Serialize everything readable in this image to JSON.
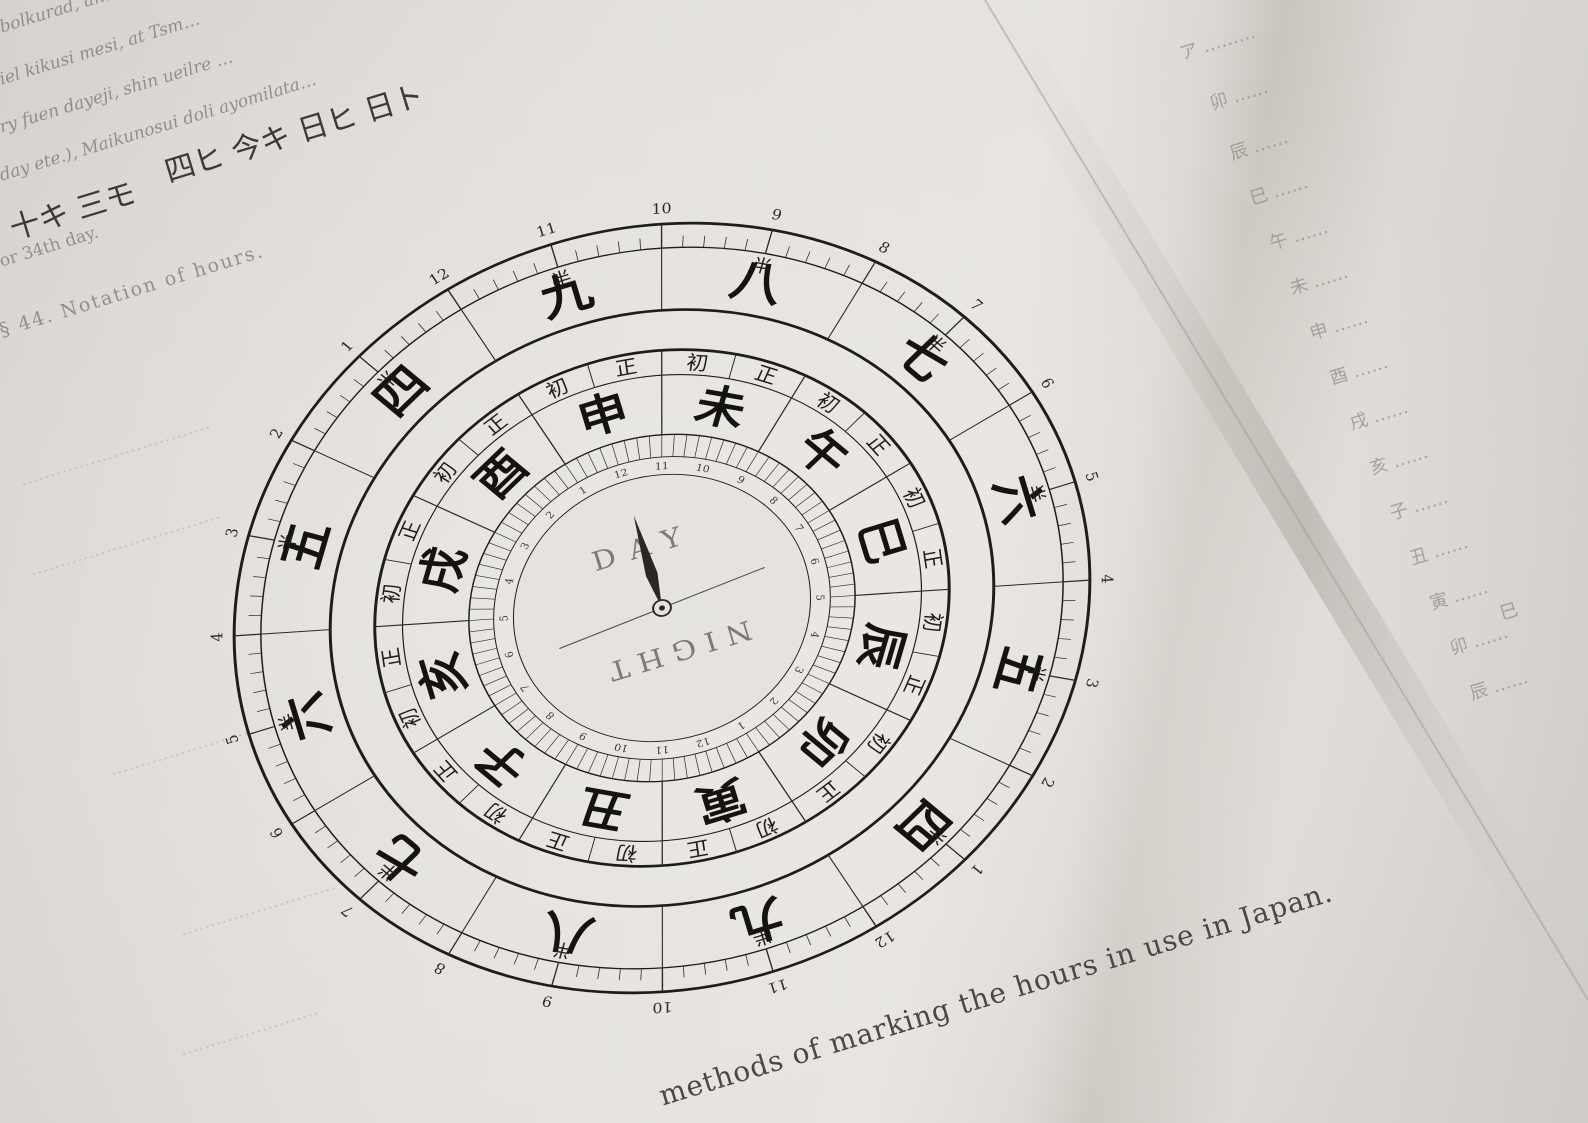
{
  "top_text": {
    "line1": "bolkurad, ant …",
    "line2": "iel kikusi mesi, at Tsm…",
    "line3": "ry fuen dayeji, shin ueilre …",
    "line4": "day ete.),   Maikunosui doli ayomilata…",
    "line5_kanji": "四ヒ 今キ 日ヒ 日ト",
    "line6_kanji": "十キ 三モ",
    "line7": "or 34th day.",
    "section_heading": "§ 44. Notation of hours."
  },
  "caption": "methods of marking the hours in use in Japan.",
  "dial": {
    "day_label": "DAY",
    "night_label": "NIGHT",
    "outer_numbers": [
      "12",
      "11",
      "10",
      "9",
      "8",
      "7",
      "6",
      "5",
      "4",
      "3",
      "2",
      "1",
      "12",
      "11",
      "10",
      "9",
      "8",
      "7",
      "6",
      "5",
      "4",
      "3",
      "2",
      "1"
    ],
    "outer_kanji": [
      "九",
      "八",
      "七",
      "六",
      "五",
      "四",
      "九",
      "八",
      "七",
      "六",
      "五",
      "四"
    ],
    "zodiac": [
      "子",
      "丑",
      "寅",
      "卯",
      "辰",
      "巳",
      "午",
      "未",
      "申",
      "酉",
      "戌",
      "亥"
    ],
    "han_mark": "半",
    "sho_mark": "正",
    "hatsu_mark": "初"
  },
  "right_page": {
    "line1": "ア ………",
    "line2": "卯 ……",
    "line3": "辰 ……",
    "line4": "巳 ……",
    "line5": "午 ……",
    "line6": "未 ……",
    "line7": "申 ……",
    "line8": "酉 ……",
    "line9": "戌 ……",
    "line10": "亥 ……",
    "line11": "子 ……",
    "line12": "丑 ……",
    "line13": "寅 ……",
    "line14": "卯 ……",
    "line15": "辰 ……",
    "line16": "巳"
  }
}
